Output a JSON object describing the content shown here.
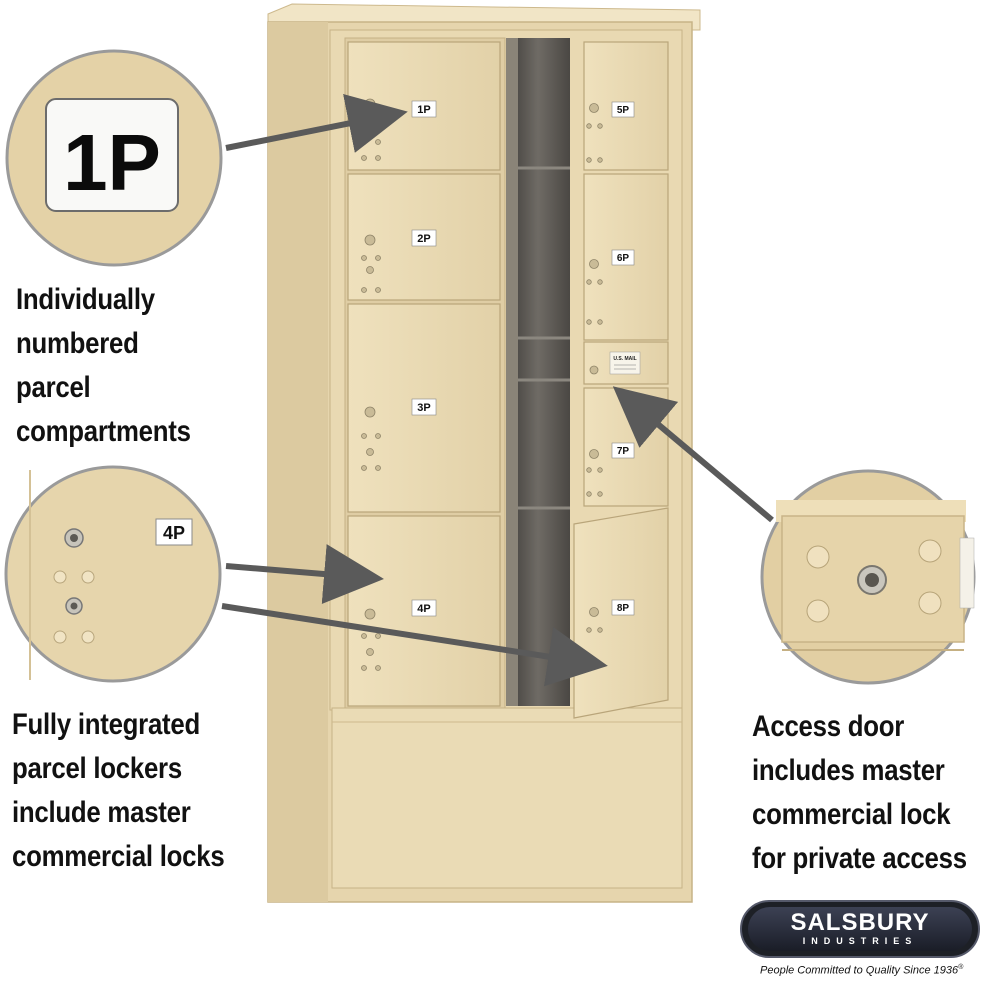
{
  "captions": {
    "left_top": [
      "Individually",
      "numbered",
      "parcel",
      "compartments"
    ],
    "left_bottom": [
      "Fully integrated",
      "parcel lockers",
      "include master",
      "commercial locks"
    ],
    "right": [
      "Access door",
      "includes master",
      "commercial lock",
      "for private access"
    ]
  },
  "doors": {
    "d1": "1P",
    "d2": "2P",
    "d3": "3P",
    "d4": "4P",
    "d5": "5P",
    "d6": "6P",
    "d7": "7P",
    "d8": "8P",
    "access_plate": "U.S. MAIL"
  },
  "callouts": {
    "number_zoom": "1P",
    "lock_zoom": "4P"
  },
  "brand": {
    "name": "SALSBURY",
    "sub": "INDUSTRIES",
    "tagline": "People Committed to Quality Since 1936",
    "reg_mark": "®"
  },
  "colors": {
    "cabinet": "#e9d9b2",
    "cabinet_shade": "#d6c39a",
    "interior": "#5c5954",
    "arrow": "#5a5a5a",
    "callout_ring": "#9a9a9a"
  }
}
